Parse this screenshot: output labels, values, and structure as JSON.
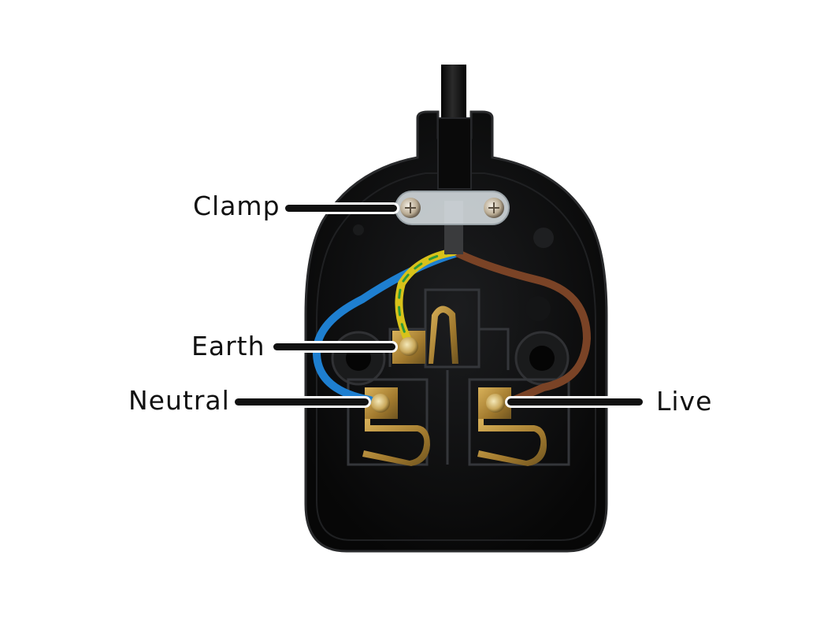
{
  "figure": {
    "subject": "Inside of a UK 3-pin plug (BS 1363) with wiring terminals",
    "background_color": "#ffffff",
    "leader_line_color": "#111111"
  },
  "labels": [
    {
      "id": "clamp",
      "text": "Clamp",
      "side": "left",
      "points_to": "cord clamp screw"
    },
    {
      "id": "earth",
      "text": "Earth",
      "side": "left",
      "points_to": "earth terminal screw (green/yellow wire)"
    },
    {
      "id": "neutral",
      "text": "Neutral",
      "side": "left",
      "points_to": "neutral terminal screw (blue wire)"
    },
    {
      "id": "live",
      "text": "Live",
      "side": "right",
      "points_to": "live terminal screw (brown wire)"
    }
  ],
  "wires": [
    {
      "name": "earth",
      "color": "#d8c21a",
      "stripe": "#2e9a3a"
    },
    {
      "name": "neutral",
      "color": "#1e7fd0"
    },
    {
      "name": "live",
      "color": "#7a4326"
    }
  ],
  "colors": {
    "plug_body": "#0f0f10",
    "brass": "#b08a3c",
    "clamp_plastic": "#dfe6ea"
  }
}
